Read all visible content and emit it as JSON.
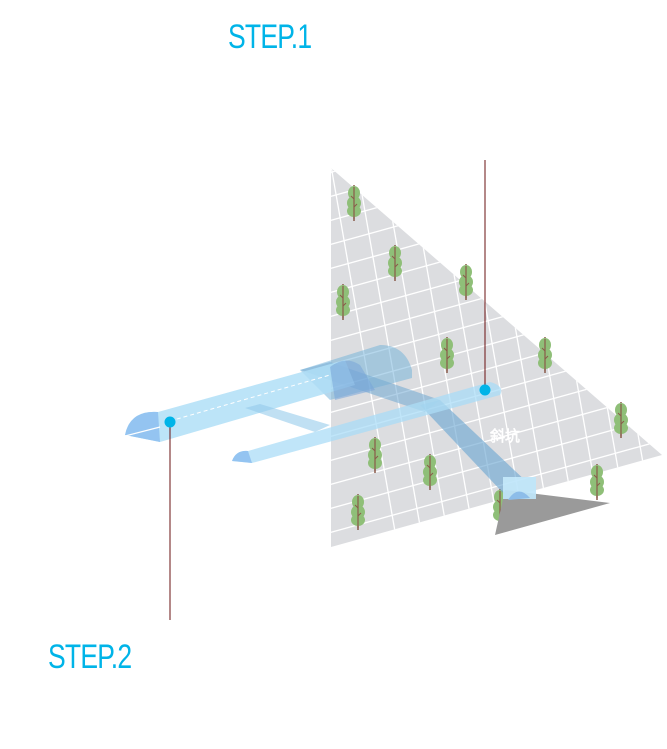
{
  "steps": {
    "step1": "STEP.1",
    "step2": "STEP.2"
  },
  "diagram": {
    "incline_label": "斜坑"
  },
  "colors": {
    "accent": "#00b4e8",
    "ground": "#dcdde0",
    "tunnel": "#9ed8f5",
    "tree": "#8fbf78",
    "leader": "#7a1010"
  }
}
